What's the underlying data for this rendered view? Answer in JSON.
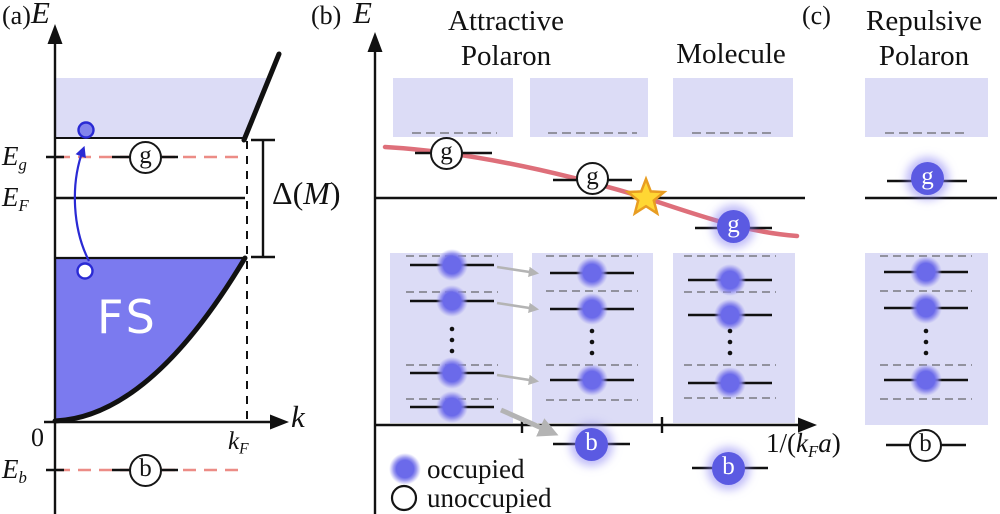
{
  "a": {
    "label": "(a)",
    "E": "E",
    "k": "k",
    "zero": "0",
    "Eg_base": "E",
    "Eg_sub": "g",
    "EF_base": "E",
    "EF_sub": "F",
    "Eb_base": "E",
    "Eb_sub": "b",
    "kF_base": "k",
    "kF_sub": "F",
    "gap_pre": "Δ(",
    "gap_M": "M",
    "gap_post": ")",
    "FS": "FS",
    "g": "g",
    "b": "b"
  },
  "b": {
    "label": "(b)",
    "E": "E",
    "title1": "Attractive",
    "title2": "Polaron",
    "molecule": "Molecule",
    "xlab_pre": "1/(",
    "xlab_k": "k",
    "xlab_sub": "F",
    "xlab_a": "a",
    "xlab_post": ")",
    "g": "g",
    "b": "b",
    "occupied": "occupied",
    "unoccupied": "unoccupied"
  },
  "c": {
    "label": "(c)",
    "title1": "Repulsive",
    "title2": "Polaron",
    "g": "g",
    "b": "b"
  },
  "colors": {
    "fermi_sea_fill": "#7b7aef",
    "continuum_box": "#dcdcf6",
    "occupied_level_circle": "#6b6aea",
    "marker_circle_fill": "#5b5ae2",
    "red_dashed_line": "#ec8c86",
    "energy_curve": "#de6f7a",
    "star_fill": "#ffd733",
    "star_stroke": "#e89d22",
    "gray_dashed_line": "#92929e",
    "gray_arrow": "#b4b4b4",
    "blue_arrow": "#2a2ad4"
  }
}
